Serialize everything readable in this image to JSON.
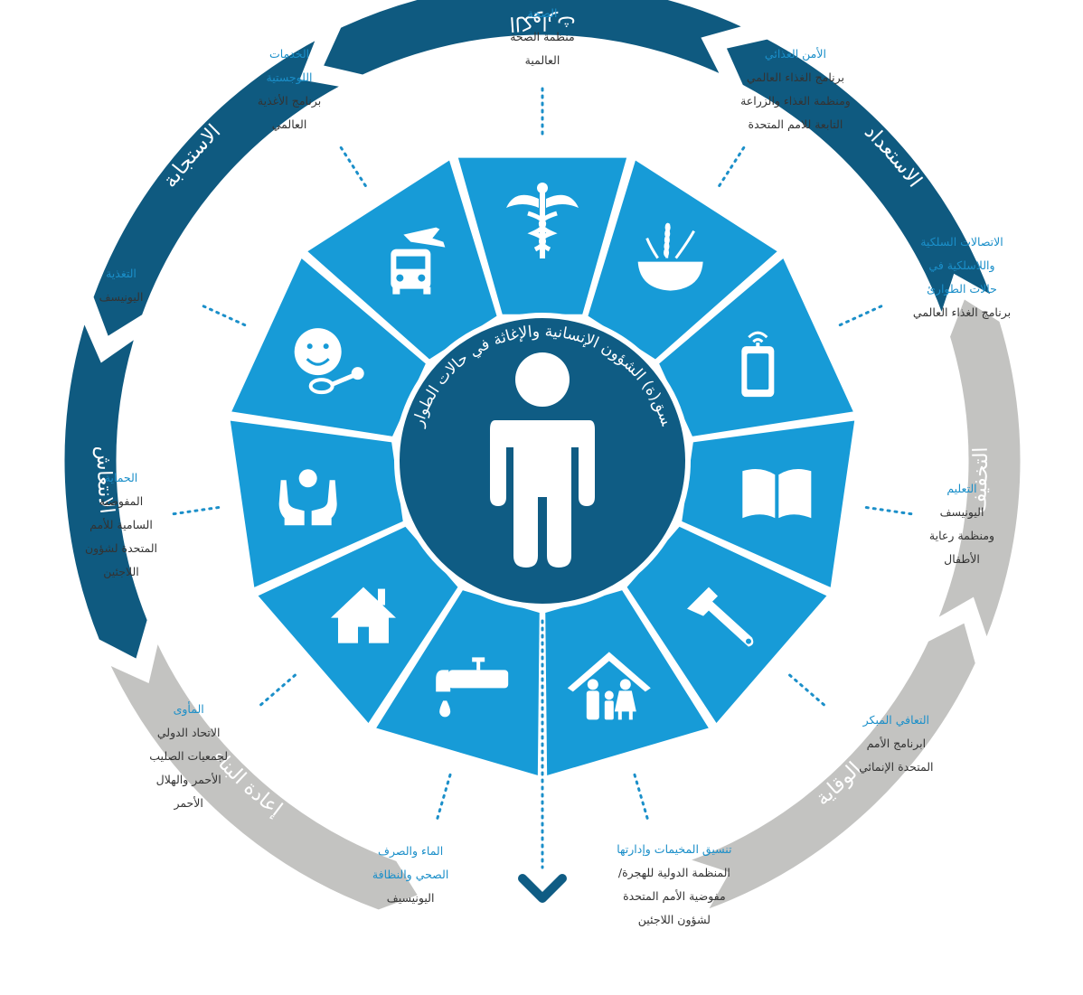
{
  "center": {
    "title": "منسق(ة) الشؤون الإنسانية والإغاثة في حالات الطوارئ",
    "icon": "person-icon"
  },
  "colors": {
    "segment": "#179bd7",
    "center": "#0f5c84",
    "ring_dark": "#0f5a80",
    "ring_gray": "#c3c3c1",
    "title_text": "#1b8fc9",
    "body_text": "#333333",
    "dots": "#1b8fc9"
  },
  "outer_ring": [
    {
      "id": "disasters",
      "label": "الكوارث",
      "tone": "dark"
    },
    {
      "id": "preparedness",
      "label": "الاستعداد",
      "tone": "dark"
    },
    {
      "id": "mitigation",
      "label": "التخفيف",
      "tone": "gray"
    },
    {
      "id": "prevention",
      "label": "الوقاية",
      "tone": "gray"
    },
    {
      "id": "reconstruction",
      "label": "إعادة البناء",
      "tone": "gray"
    },
    {
      "id": "recovery",
      "label": "الانتعاش",
      "tone": "dark"
    },
    {
      "id": "response",
      "label": "الاستجابة",
      "tone": "dark"
    }
  ],
  "clusters": [
    {
      "id": "health",
      "icon": "caduceus-icon",
      "title": "الصحة",
      "lines": [
        "منظمة الصحة",
        "العالمية"
      ]
    },
    {
      "id": "food-security",
      "icon": "wheat-bowl-icon",
      "title": "الأمن الغذائي",
      "lines": [
        "برنامج الغذاء العالمي",
        "ومنظمة الغذاء والزراعة",
        "التابعة للامم المتحدة"
      ]
    },
    {
      "id": "emergency-telecom",
      "icon": "mobile-phone-icon",
      "title_lines": [
        "الاتصالات السلكية",
        "واللاسلكية في",
        "حالات الطوارئ"
      ],
      "lines": [
        "برنامج الغذاء العالمي"
      ]
    },
    {
      "id": "education",
      "icon": "open-book-icon",
      "title": "التعليم",
      "lines": [
        "اليونيسف",
        "ومنظمة رعاية",
        "الأطفال"
      ]
    },
    {
      "id": "early-recovery",
      "icon": "hammer-icon",
      "title": "التعافي المبكر",
      "lines": [
        "ابرنامج الأمم",
        "المتحدة الإنمائي"
      ]
    },
    {
      "id": "camp-management",
      "icon": "family-shelter-icon",
      "title": "تنسيق المخيمات وإدارتها",
      "lines": [
        "المنظمة الدولية للهجرة/",
        "مفوضية الأمم المتحدة",
        "لشؤون اللاجئين"
      ]
    },
    {
      "id": "wash",
      "icon": "water-tap-icon",
      "title_lines": [
        "الماء والصرف",
        "الصحي والنظافة"
      ],
      "lines": [
        "اليونيسيف"
      ]
    },
    {
      "id": "shelter",
      "icon": "house-icon",
      "title": "المأوى",
      "lines": [
        "الاتحاد الدولي",
        "لجمعيات الصليب",
        "الأحمر والهلال",
        "الأحمر"
      ]
    },
    {
      "id": "protection",
      "icon": "protecting-hands-icon",
      "title": "الحماية",
      "lines": [
        "المفوضية",
        "السامية للأمم",
        "المتحدة لشؤون",
        "اللاجئين"
      ]
    },
    {
      "id": "nutrition",
      "icon": "baby-feeding-icon",
      "title": "التغذية",
      "lines": [
        "اليونيسف"
      ]
    },
    {
      "id": "logistics",
      "icon": "plane-truck-icon",
      "title_lines": [
        "الخدمات",
        "اللوجستية"
      ],
      "lines": [
        "برنامج الأغذية",
        "العالمي"
      ]
    }
  ]
}
